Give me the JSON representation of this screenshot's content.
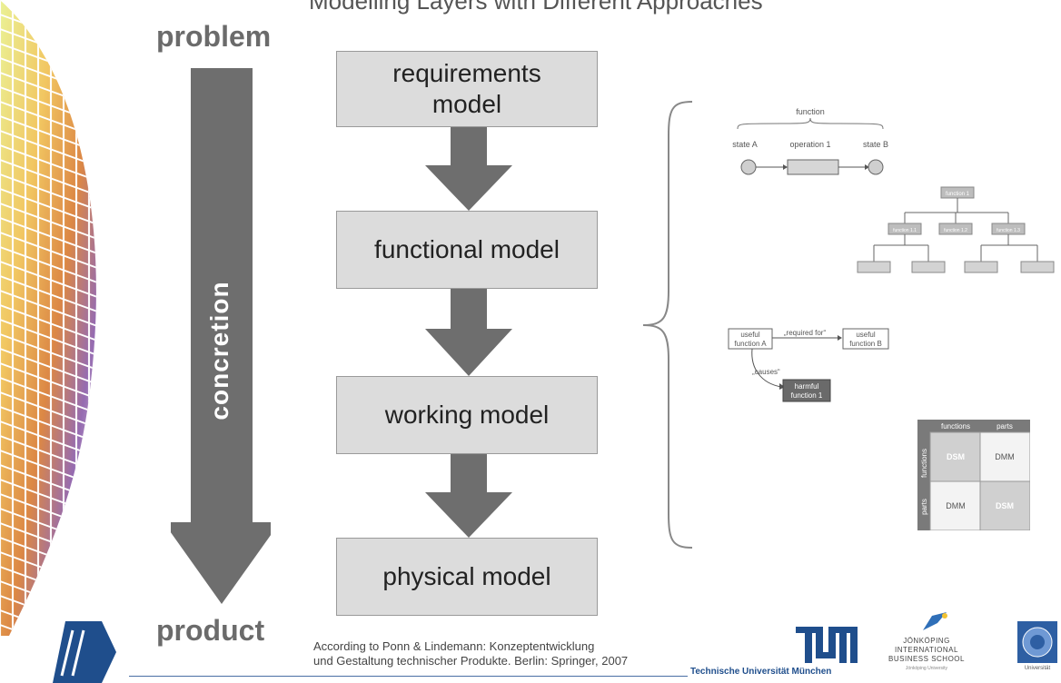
{
  "header": {
    "title_partial": "Modelling Layers with Different Approaches"
  },
  "flow": {
    "top_label": "problem",
    "bottom_label": "product",
    "axis_label": "concretion",
    "models": [
      {
        "label": "requirements model"
      },
      {
        "label": "functional model"
      },
      {
        "label": "working model"
      },
      {
        "label": "physical model"
      }
    ]
  },
  "function_diagram": {
    "title": "function",
    "state_a": "state A",
    "operation": "operation 1",
    "state_b": "state B"
  },
  "tree_diagram": {
    "root": "function 1",
    "children": [
      "function 1.1",
      "function 1.2",
      "function 1.3"
    ]
  },
  "relation_diagram": {
    "node_a": "useful function A",
    "node_b": "useful function B",
    "node_c": "harmful function 1",
    "edge_required": "„required for“",
    "edge_causes": "„causes“"
  },
  "matrix": {
    "col_headers": [
      "functions",
      "parts"
    ],
    "row_headers": [
      "functions",
      "parts"
    ],
    "cells": [
      [
        "DSM",
        "DMM"
      ],
      [
        "DMM",
        "DSM"
      ]
    ]
  },
  "footer": {
    "citation_line1": "According to Ponn & Lindemann: Konzeptentwicklung",
    "citation_line2": "und Gestaltung technischer Produkte. Berlin: Springer, 2007",
    "tum_caption": "Technische Universität München",
    "jibs_line1": "JÖNKÖPING INTERNATIONAL",
    "jibs_line2": "BUSINESS SCHOOL",
    "jibs_line3": "Jönköping University",
    "seal_caption": "Universität"
  },
  "colors": {
    "arrow": "#6e6e6e",
    "box_fill": "#dcdcdc",
    "accent_blue": "#1f4e8c"
  }
}
